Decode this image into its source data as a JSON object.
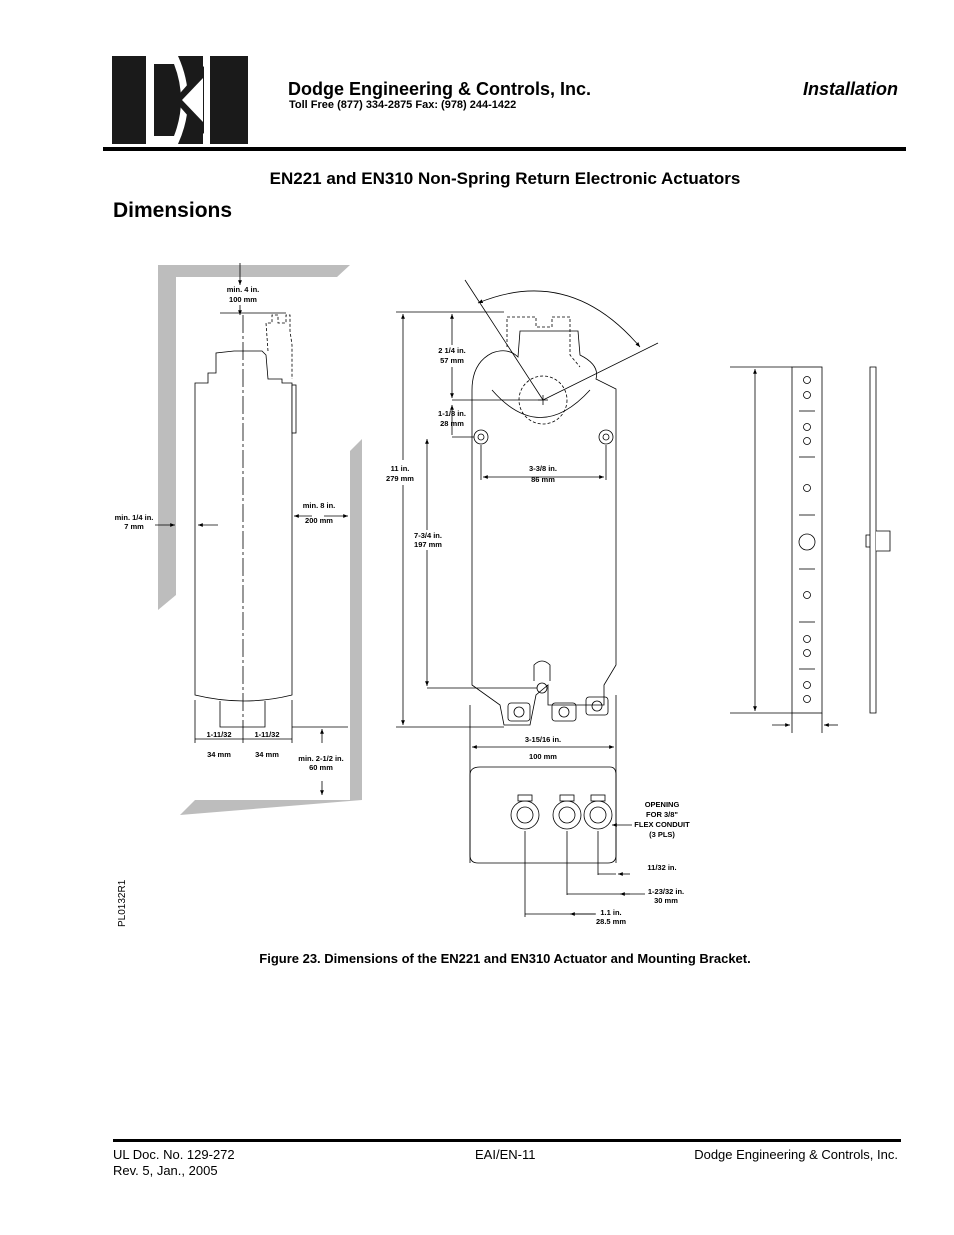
{
  "header": {
    "company": "Dodge Engineering & Controls, Inc.",
    "contact": "Toll Free (877) 334-2875  Fax: (978) 244-1422",
    "section": "Installation",
    "logo_icon": "dec-logo-icon"
  },
  "document": {
    "title": "EN221 and EN310 Non-Spring Return Electronic Actuators",
    "heading": "Dimensions"
  },
  "figure": {
    "caption": "Figure 23.  Dimensions of the EN221 and EN310 Actuator and Mounting Bracket.",
    "part_code": "PL0132R1",
    "labels": {
      "min4_a": "min. 4 in.",
      "min4_b": "100 mm",
      "min14_a": "min. 1/4 in.",
      "min14_b": "7 mm",
      "min8_a": "min. 8 in.",
      "min8_b": "200 mm",
      "w1_a": "1-11/32",
      "w1_b": "34 mm",
      "w2_a": "1-11/32",
      "w2_b": "34 mm",
      "min212_a": "min. 2-1/2 in.",
      "min212_b": "60 mm",
      "h11_a": "11 in.",
      "h11_b": "279 mm",
      "h214_a": "2 1/4 in.",
      "h214_b": "57 mm",
      "h118_a": "1-1/8 in.",
      "h118_b": "28 mm",
      "h734_a": "7-3/4 in.",
      "h734_b": "197 mm",
      "w338_a": "3-3/8 in.",
      "w338_b": "86 mm",
      "w31516_a": "3-15/16 in.",
      "w31516_b": "100 mm",
      "open_1": "OPENING",
      "open_2": "FOR 3/8\"",
      "open_3": "FLEX CONDUIT",
      "open_4": "(3 PLS)",
      "d1132": "11/32 in.",
      "d12332_a": "1-23/32 in.",
      "d12332_b": "30 mm",
      "d11_a": "1.1 in.",
      "d11_b": "28.5 mm"
    }
  },
  "footer": {
    "doc_no": "UL Doc. No. 129-272",
    "rev": "Rev. 5, Jan., 2005",
    "page": "EAI/EN-11",
    "company": "Dodge Engineering & Controls, Inc."
  }
}
